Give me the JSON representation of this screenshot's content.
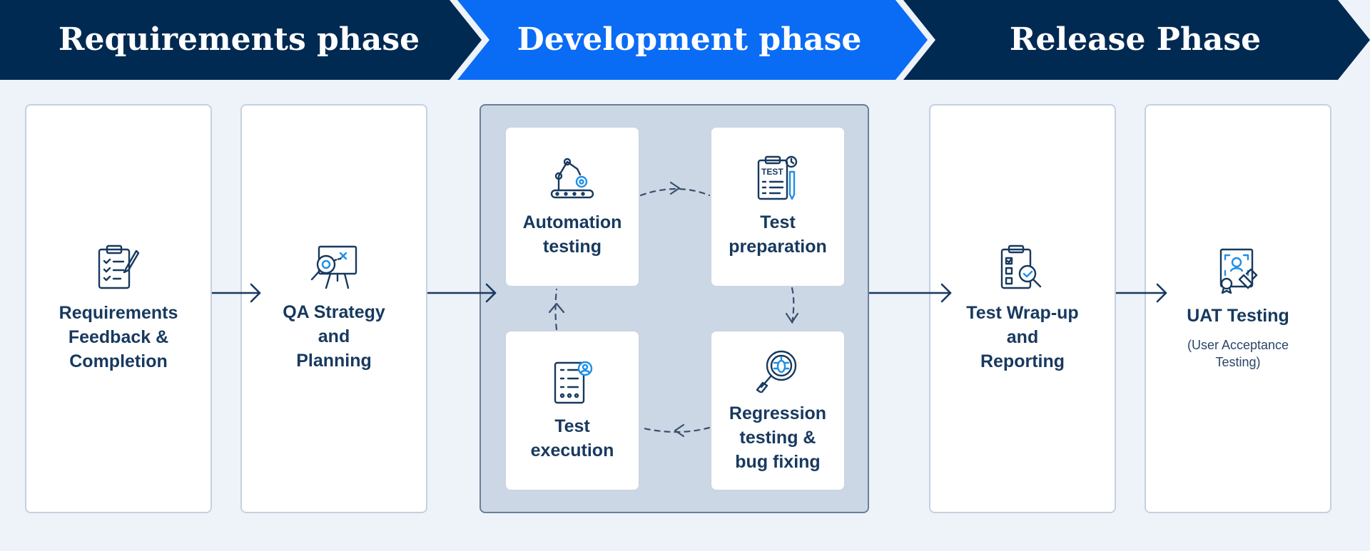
{
  "phases": [
    {
      "label": "Requirements phase",
      "color": "#002a52"
    },
    {
      "label": "Development phase",
      "color": "#0a6cf5"
    },
    {
      "label": "Release Phase",
      "color": "#002a52"
    }
  ],
  "stages": {
    "requirements": {
      "title": "Requirements\nFeedback &\nCompletion",
      "icon": "clipboard-checklist-icon"
    },
    "qa_strategy": {
      "title": "QA Strategy\nand\nPlanning",
      "icon": "strategy-board-magnifier-icon"
    },
    "development_cycle": [
      {
        "title": "Automation\ntesting",
        "icon": "robot-arm-icon"
      },
      {
        "title": "Test\npreparation",
        "icon": "test-clipboard-icon"
      },
      {
        "title": "Regression\ntesting &\nbug fixing",
        "icon": "bug-magnifier-icon"
      },
      {
        "title": "Test\nexecution",
        "icon": "checklist-document-icon"
      }
    ],
    "wrap_up": {
      "title": "Test Wrap-up\nand\nReporting",
      "icon": "report-magnifier-icon"
    },
    "uat": {
      "title": "UAT Testing",
      "subtitle": "(User Acceptance\nTesting)",
      "icon": "certificate-icon"
    }
  },
  "colors": {
    "navy": "#002a52",
    "accent_blue": "#0a6cf5",
    "text": "#17395f",
    "icon_accent": "#1f8fe6",
    "panel": "#ccd7e5"
  }
}
